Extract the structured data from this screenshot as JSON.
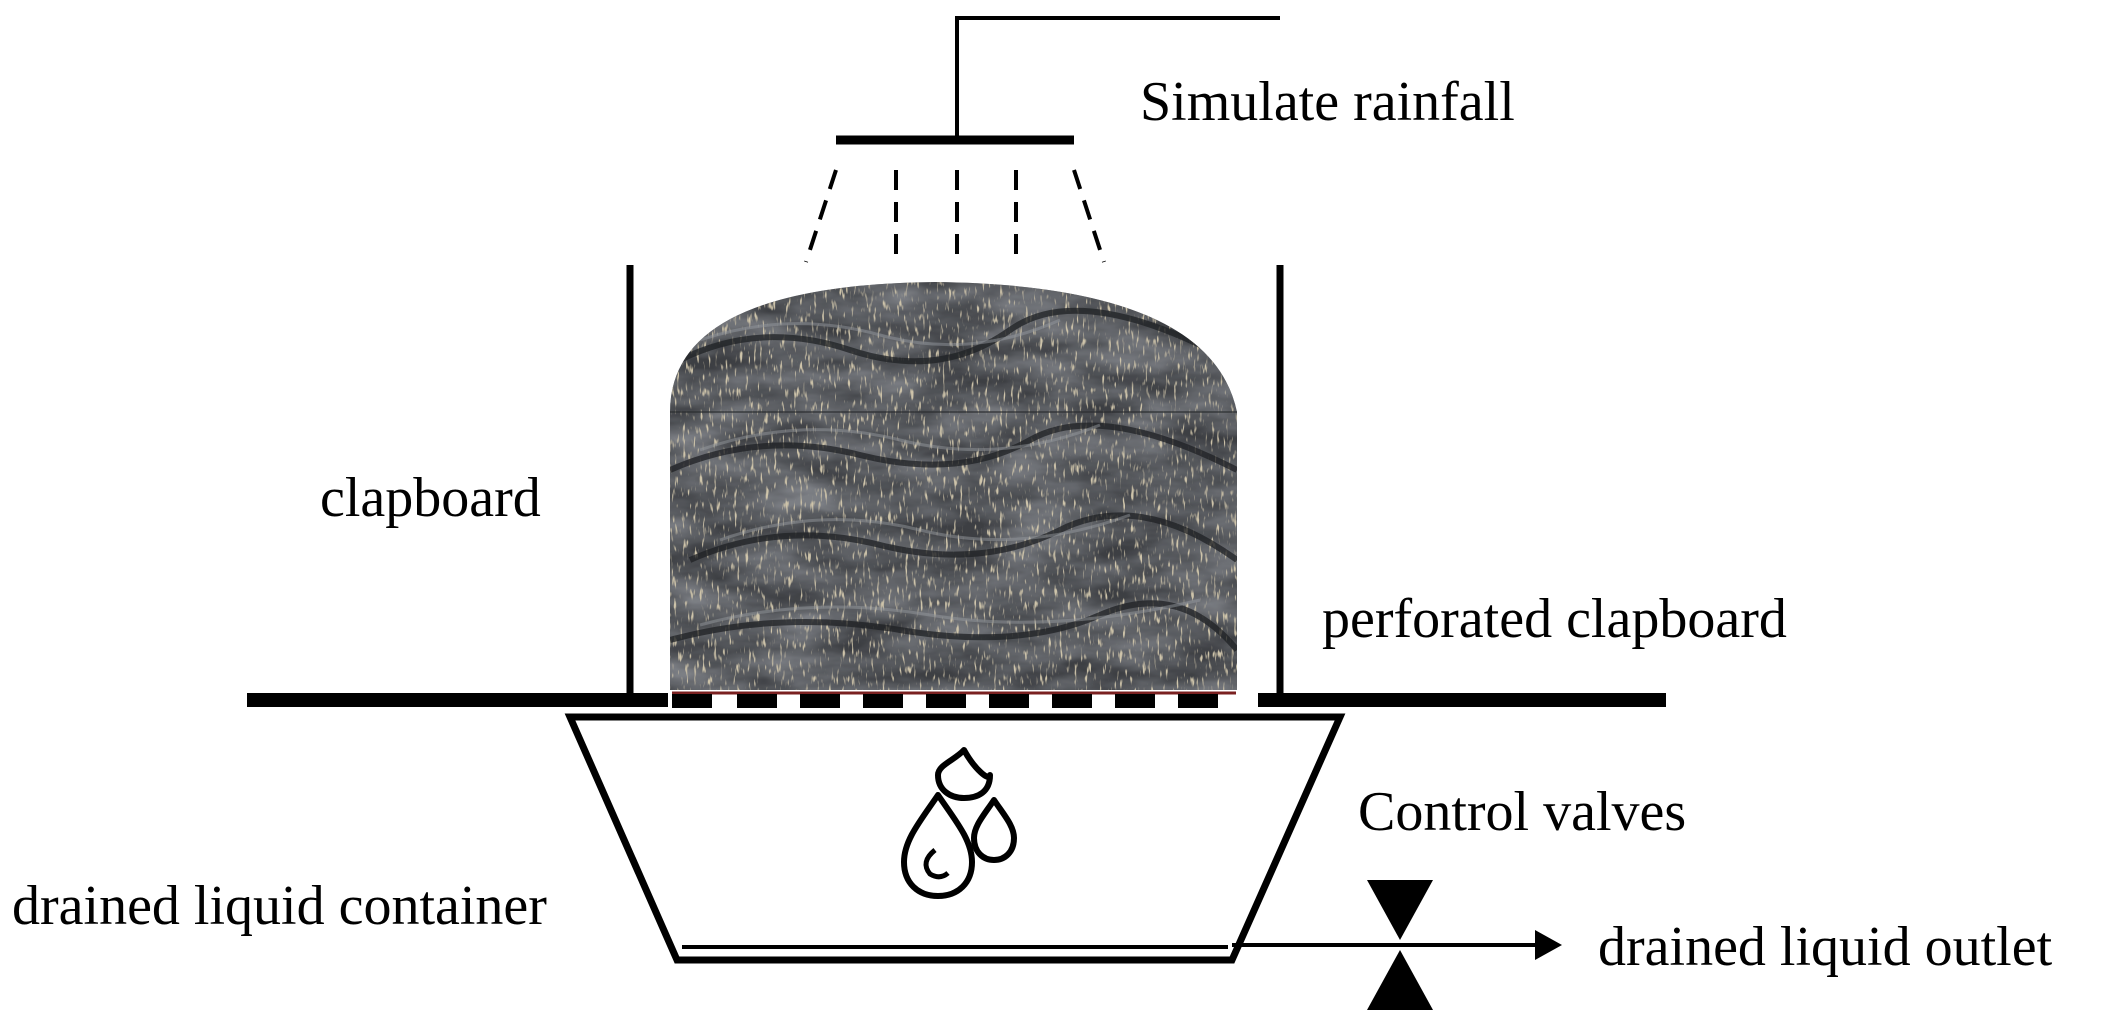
{
  "labels": {
    "simulate_rainfall": "Simulate rainfall",
    "clapboard": "clapboard",
    "perforated_clapboard": "perforated clapboard",
    "control_valves": "Control valves",
    "drained_liquid_container": "drained liquid container",
    "drained_liquid_outlet": "drained liquid outlet"
  },
  "icons": {
    "sprinkler": "sprinkler-icon",
    "droplets": "water-droplets-icon",
    "valve": "valve-icon",
    "arrow": "arrow-right-icon"
  },
  "colors": {
    "line": "#000000",
    "soil_dark": "#3a3c40",
    "soil_mid": "#55585c",
    "soil_fiber": "#8a7a5a",
    "perforation_edge": "#7a2020"
  }
}
